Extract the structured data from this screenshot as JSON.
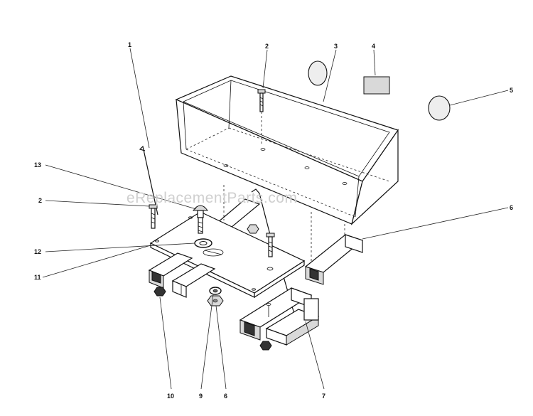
{
  "watermark": "eReplacementParts.com",
  "callouts": {
    "c1": "1",
    "c2a": "2",
    "c3": "3",
    "c4": "4",
    "c5": "5",
    "c13": "13",
    "c2b": "2",
    "c6a": "6",
    "c12": "12",
    "c11": "11",
    "c10": "10",
    "c9": "9",
    "c6b": "6",
    "c7": "7"
  }
}
